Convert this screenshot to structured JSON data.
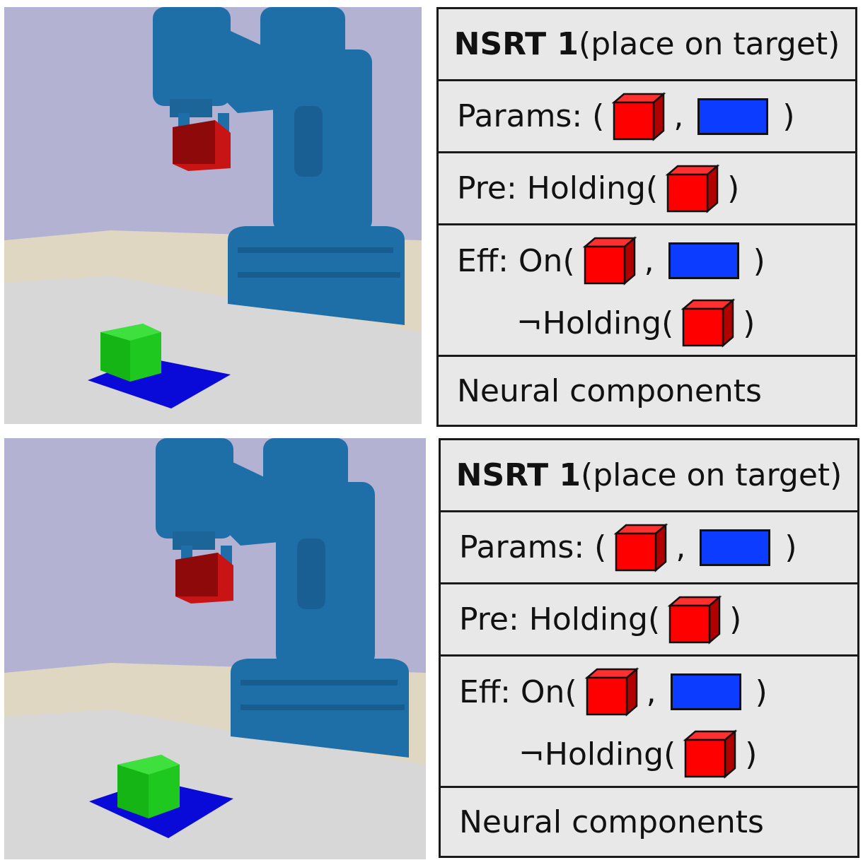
{
  "panels": [
    {
      "title_bold": "NSRT 1",
      "title_rest": " (place on target)",
      "params_prefix": "Params: (",
      "comma": ",",
      "close": ")",
      "pre_prefix": "Pre: Holding(",
      "eff_prefix": "Eff: On(",
      "not_holding": "¬Holding(",
      "neural": "Neural components"
    },
    {
      "title_bold": "NSRT 1",
      "title_rest": " (place on target)",
      "params_prefix": "Params: (",
      "comma": ",",
      "close": ")",
      "pre_prefix": "Pre: Holding(",
      "eff_prefix": "Eff: On(",
      "not_holding": "¬Holding(",
      "neural": "Neural components"
    }
  ],
  "colors": {
    "sky": "#b3b2d2",
    "table": "#d7d7d7",
    "table_edge": "#e0d7c2",
    "robot": "#1e6fa8",
    "held_block": "#c81414",
    "green_block": "#1ec81e",
    "target": "#0a0ad8",
    "param_block": "#ff0000",
    "param_target": "#0b3cff"
  },
  "icons": [
    "red-block-icon",
    "blue-target-icon"
  ]
}
